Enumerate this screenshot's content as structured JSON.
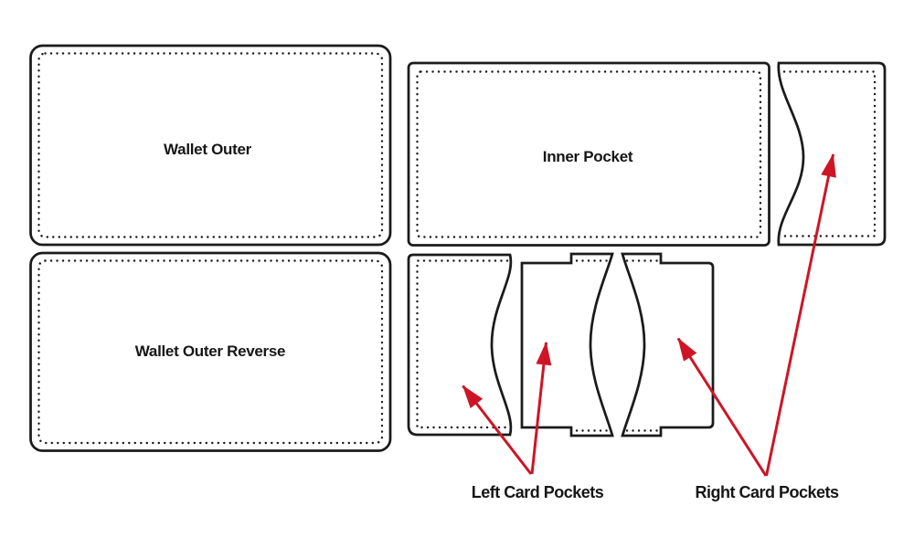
{
  "colors": {
    "outline": "#1b1b1b",
    "arrow": "#ce1526",
    "background": "#ffffff"
  },
  "pieces": {
    "wallet_outer": {
      "label": "Wallet Outer"
    },
    "wallet_outer_reverse": {
      "label": "Wallet Outer Reverse"
    },
    "inner_pocket": {
      "label": "Inner Pocket"
    }
  },
  "annotations": {
    "left_card_pockets": {
      "label": "Left Card Pockets"
    },
    "right_card_pockets": {
      "label": "Right Card Pockets"
    }
  }
}
